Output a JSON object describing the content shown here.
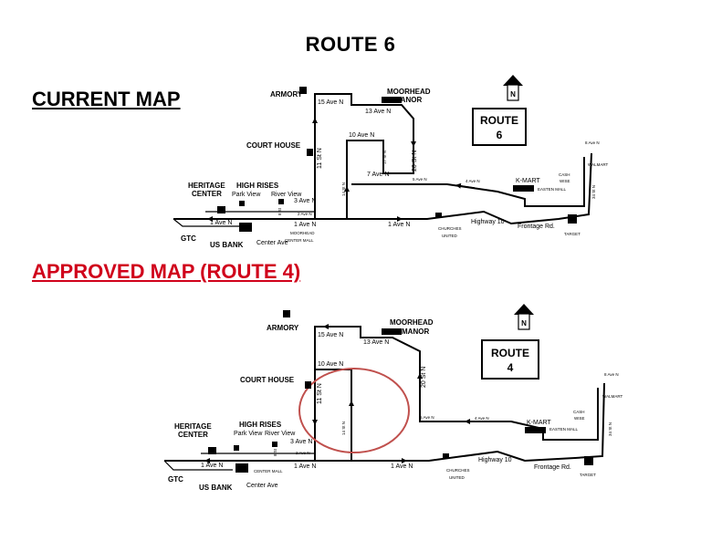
{
  "page_title": "ROUTE 6",
  "current_title": "CURRENT MAP",
  "approved_title": "APPROVED MAP (ROUTE 4)",
  "colors": {
    "text": "#000000",
    "approved_title": "#d0021b",
    "highlight_circle": "#c0504d"
  },
  "north_label": "N",
  "current_map": {
    "route_box": [
      "ROUTE",
      "6"
    ],
    "landmarks": {
      "armory": "ARMORY",
      "moorhead_manor": [
        "MOORHEAD",
        "MANOR"
      ],
      "court_house": "COURT HOUSE",
      "high_rises": "HIGH RISES",
      "park_view": "Park View",
      "river_view": "River View",
      "heritage_center": [
        "HERITAGE",
        "CENTER"
      ],
      "gtc": "GTC",
      "us_bank": "US BANK",
      "center_ave": "Center Ave",
      "moorhead_center_mall": [
        "MOORHEAD",
        "CENTER MALL"
      ],
      "churches_united": [
        "CHURCHES",
        "UNITED"
      ],
      "kmart": "K-MART",
      "easten_mall": "EASTEN MALL",
      "cash_wise": [
        "CASH",
        "WISE"
      ],
      "target": "TARGET",
      "walmart": "WALMART"
    },
    "streets": {
      "ave15": "15 Ave N",
      "ave13": "13 Ave N",
      "ave10": "10 Ave N",
      "ave7": "7 Ave N",
      "ave5": "5 Ave N",
      "ave4": "4 Ave N",
      "ave3": "3 Ave N",
      "ave2": "2 Ave N",
      "ave1_left": "1 Ave N",
      "ave1_mid": "1 Ave N",
      "ave1_right": "1 Ave N",
      "ave8": "8 Ave N",
      "st11": "11 St N",
      "st14": "14 St N",
      "st17": "17 St N",
      "st20": "20 St N",
      "st8": "8 St",
      "st34": "34 St N",
      "highway10": "Highway 10",
      "frontage": "Frontage Rd."
    }
  },
  "approved_map": {
    "route_box": [
      "ROUTE",
      "4"
    ],
    "landmarks": {
      "armory": "ARMORY",
      "moorhead_manor": [
        "MOORHEAD",
        "MANOR"
      ],
      "court_house": "COURT HOUSE",
      "high_rises": "HIGH RISES",
      "park_view": "Park View",
      "river_view": "River View",
      "heritage_center": [
        "HERITAGE",
        "CENTER"
      ],
      "gtc": "GTC",
      "us_bank": "US BANK",
      "center_ave": "Center Ave",
      "center_mall": "CENTER MALL",
      "churches_united": [
        "CHURCHES",
        "UNITED"
      ],
      "kmart": "K-MART",
      "easten_mall": "EASTEN MALL",
      "cash_wise": [
        "CASH",
        "WISE"
      ],
      "target": "TARGET",
      "walmart": "WALMART"
    },
    "streets": {
      "ave15": "15 Ave N",
      "ave13": "13 Ave N",
      "ave10": "10 Ave N",
      "ave5": "5 Ave N",
      "ave4": "4 Ave N",
      "ave3": "3 Ave N",
      "ave2": "2 Ave N",
      "ave1_left": "1 Ave N",
      "ave1_mid": "1 Ave N",
      "ave1_right": "1 Ave N",
      "ave8": "8 Ave N",
      "st11": "11 St N",
      "st14": "14 St N",
      "st20": "20 St N",
      "st8": "8 St",
      "st34": "34 St N",
      "highway10": "Highway 10",
      "frontage": "Frontage Rd."
    }
  }
}
